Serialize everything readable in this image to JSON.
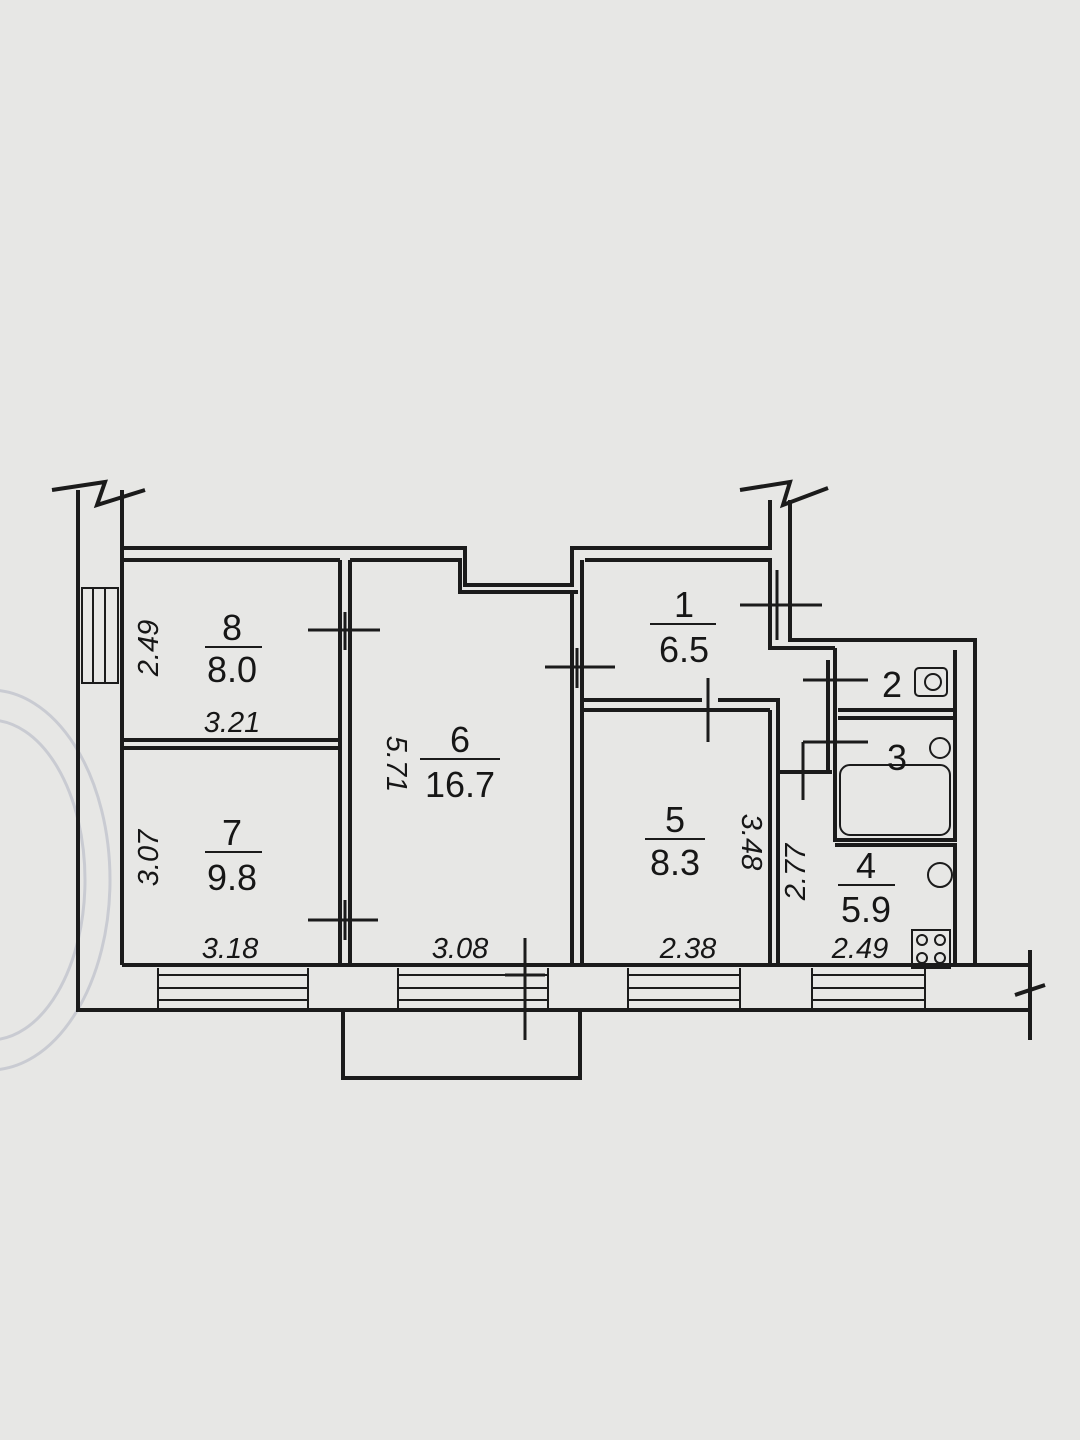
{
  "rooms": [
    {
      "number": "8",
      "area": "8.0"
    },
    {
      "number": "7",
      "area": "9.8"
    },
    {
      "number": "6",
      "area": "16.7"
    },
    {
      "number": "1",
      "area": "6.5"
    },
    {
      "number": "5",
      "area": "8.3"
    },
    {
      "number": "2"
    },
    {
      "number": "3"
    },
    {
      "number": "4",
      "area": "5.9"
    }
  ],
  "dimensions": {
    "room8_width": "3.21",
    "room8_depth": "2.49",
    "room7_width": "3.18",
    "room7_depth": "3.07",
    "room6_width": "3.08",
    "room6_depth": "5.71",
    "room5_width": "2.38",
    "room5_depth": "3.48",
    "room4_width": "2.49",
    "room4_depth": "2.77"
  }
}
